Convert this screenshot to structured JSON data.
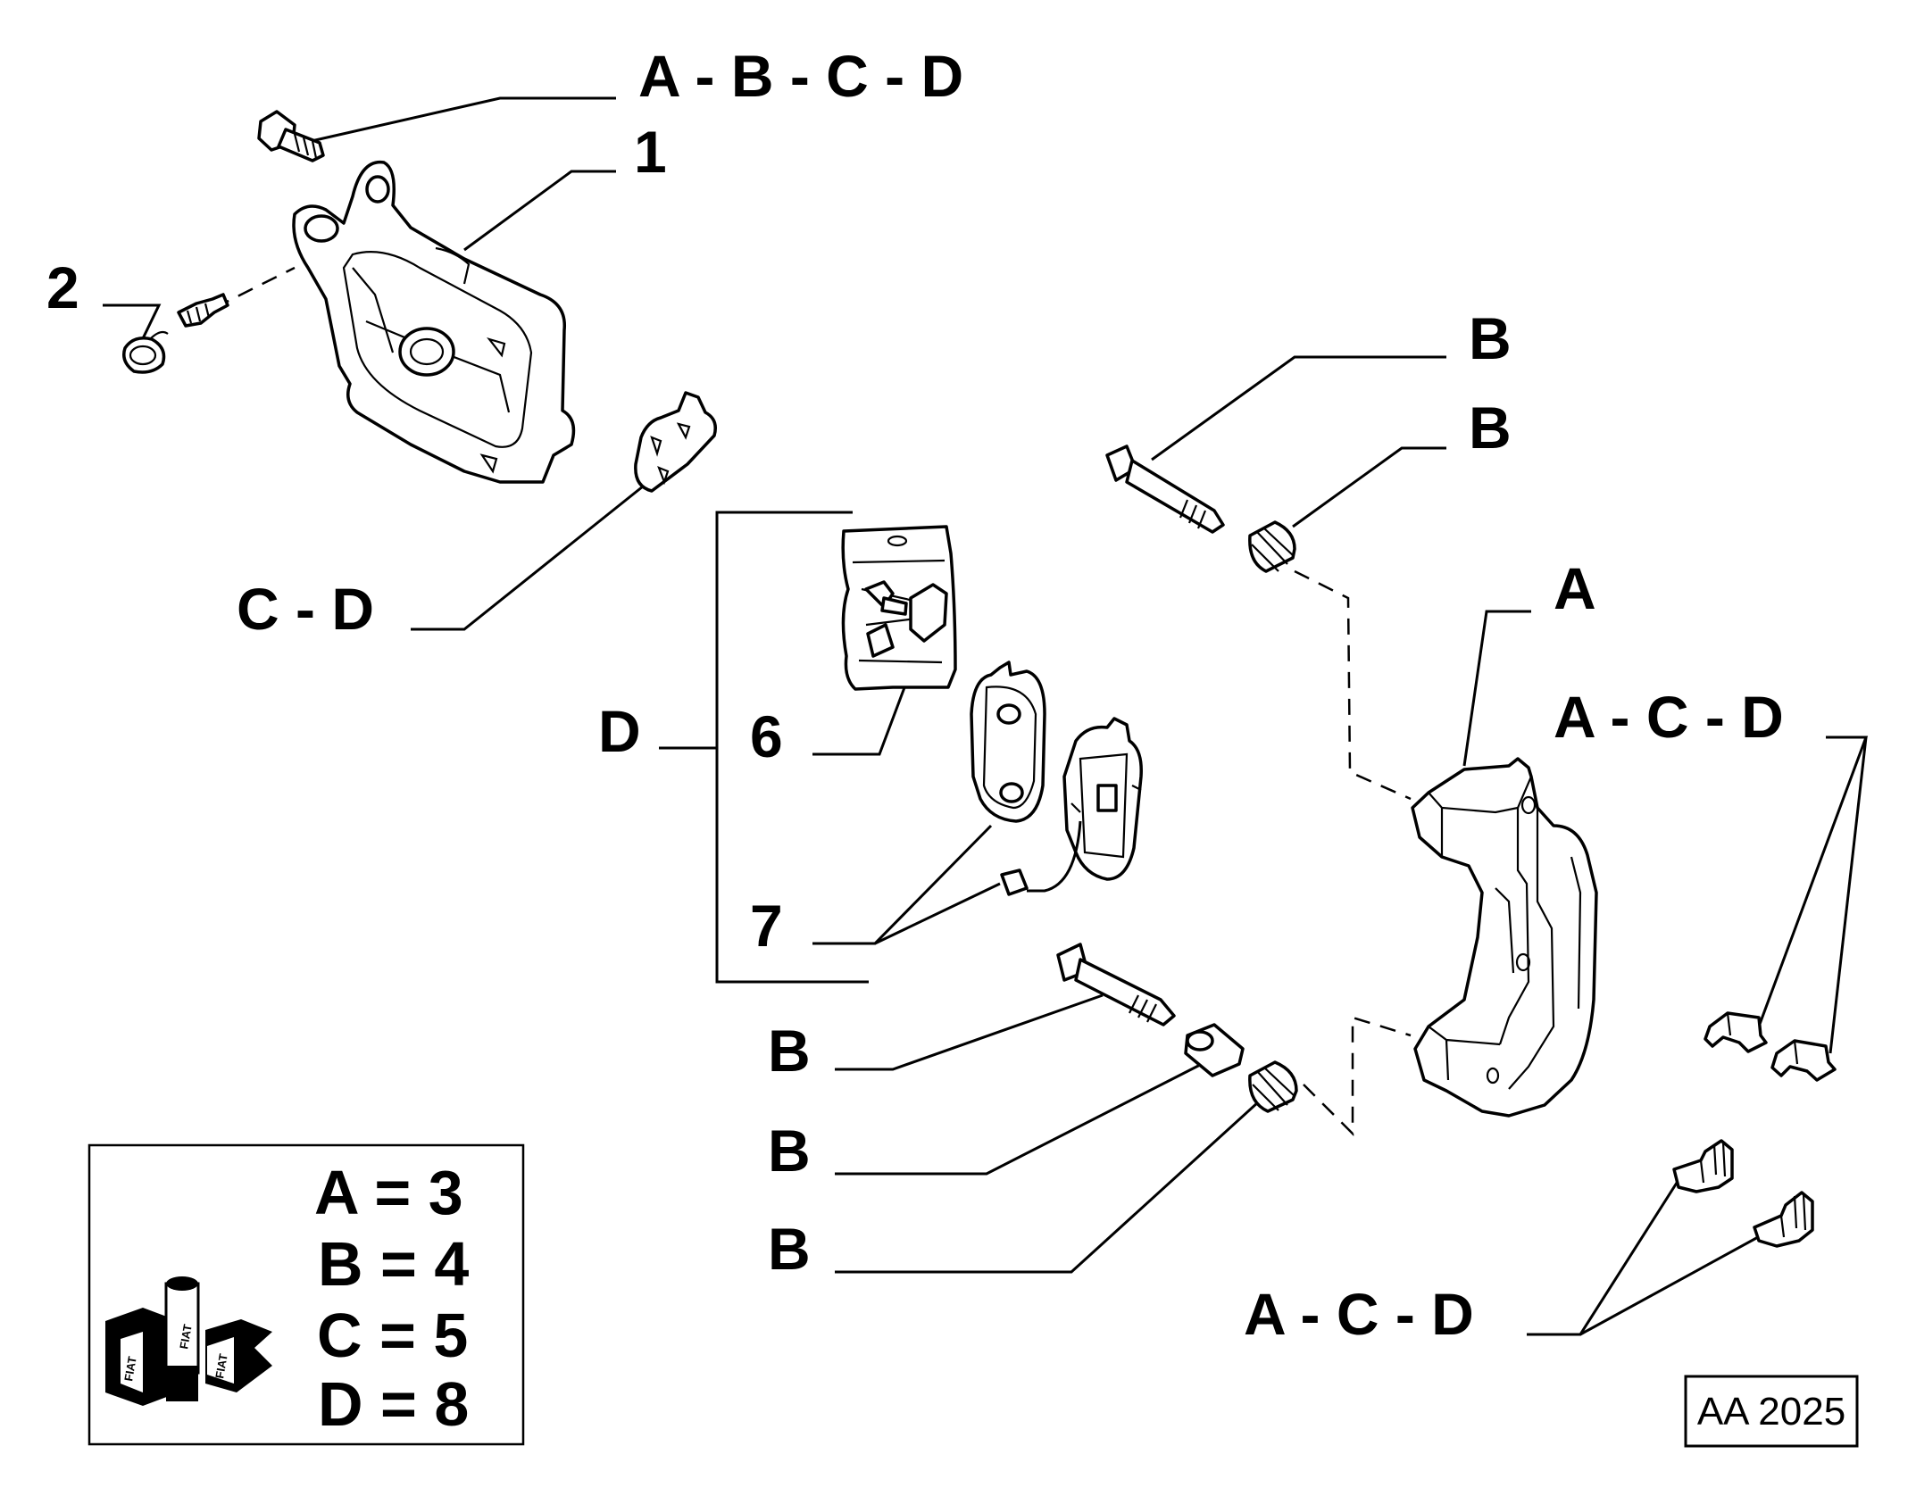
{
  "callouts": {
    "top_abcd": "A - B - C - D",
    "item_1": "1",
    "item_2": "2",
    "left_cd": "C - D",
    "b1": "B",
    "b2": "B",
    "a_carrier": "A",
    "acd_upper": "A - C - D",
    "d_bracket": "D",
    "item_6": "6",
    "item_7": "7",
    "b3": "B",
    "b4": "B",
    "b5": "B",
    "acd_lower": "A - C - D"
  },
  "legend": {
    "rows": [
      "A = 3",
      "B = 4",
      "C = 5",
      "D = 8"
    ],
    "brand_mark": "FIAT"
  },
  "diagram_code": "AA 2025"
}
